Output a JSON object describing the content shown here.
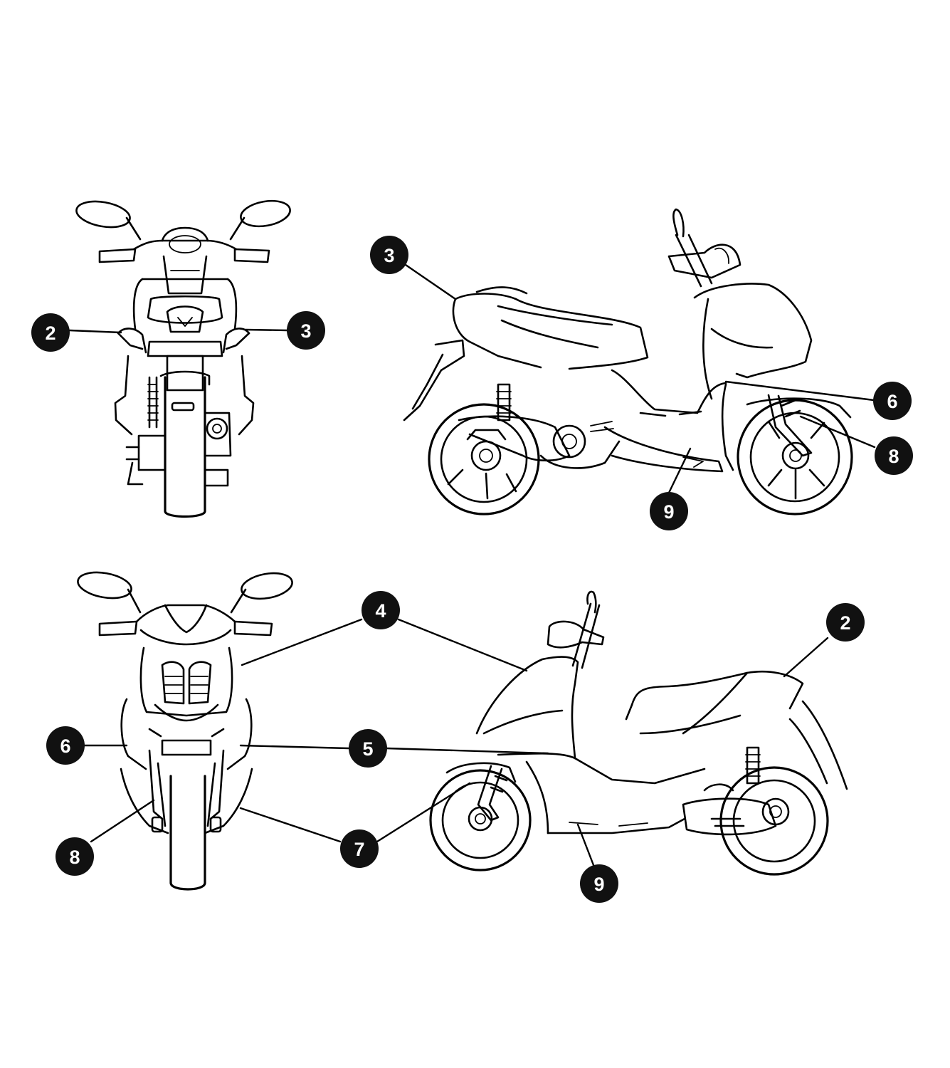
{
  "callouts": {
    "top_front": {
      "left": "2",
      "right": "3"
    },
    "top_side": {
      "seat_tail": "3",
      "body_upper": "6",
      "front_fork": "8",
      "footboard": "9"
    },
    "bottom_front": {
      "upper_shield": "4",
      "left_side": "6",
      "right_side": "5",
      "left_fork": "8",
      "right_lower": "7"
    },
    "bottom_side": {
      "front_shield": "4",
      "tail": "2",
      "side_panel": "5",
      "front_fender": "7",
      "footboard": "9"
    }
  },
  "colors": {
    "line": "#000000",
    "badge": "#111111",
    "badge_text": "#ffffff",
    "background": "#ffffff"
  }
}
